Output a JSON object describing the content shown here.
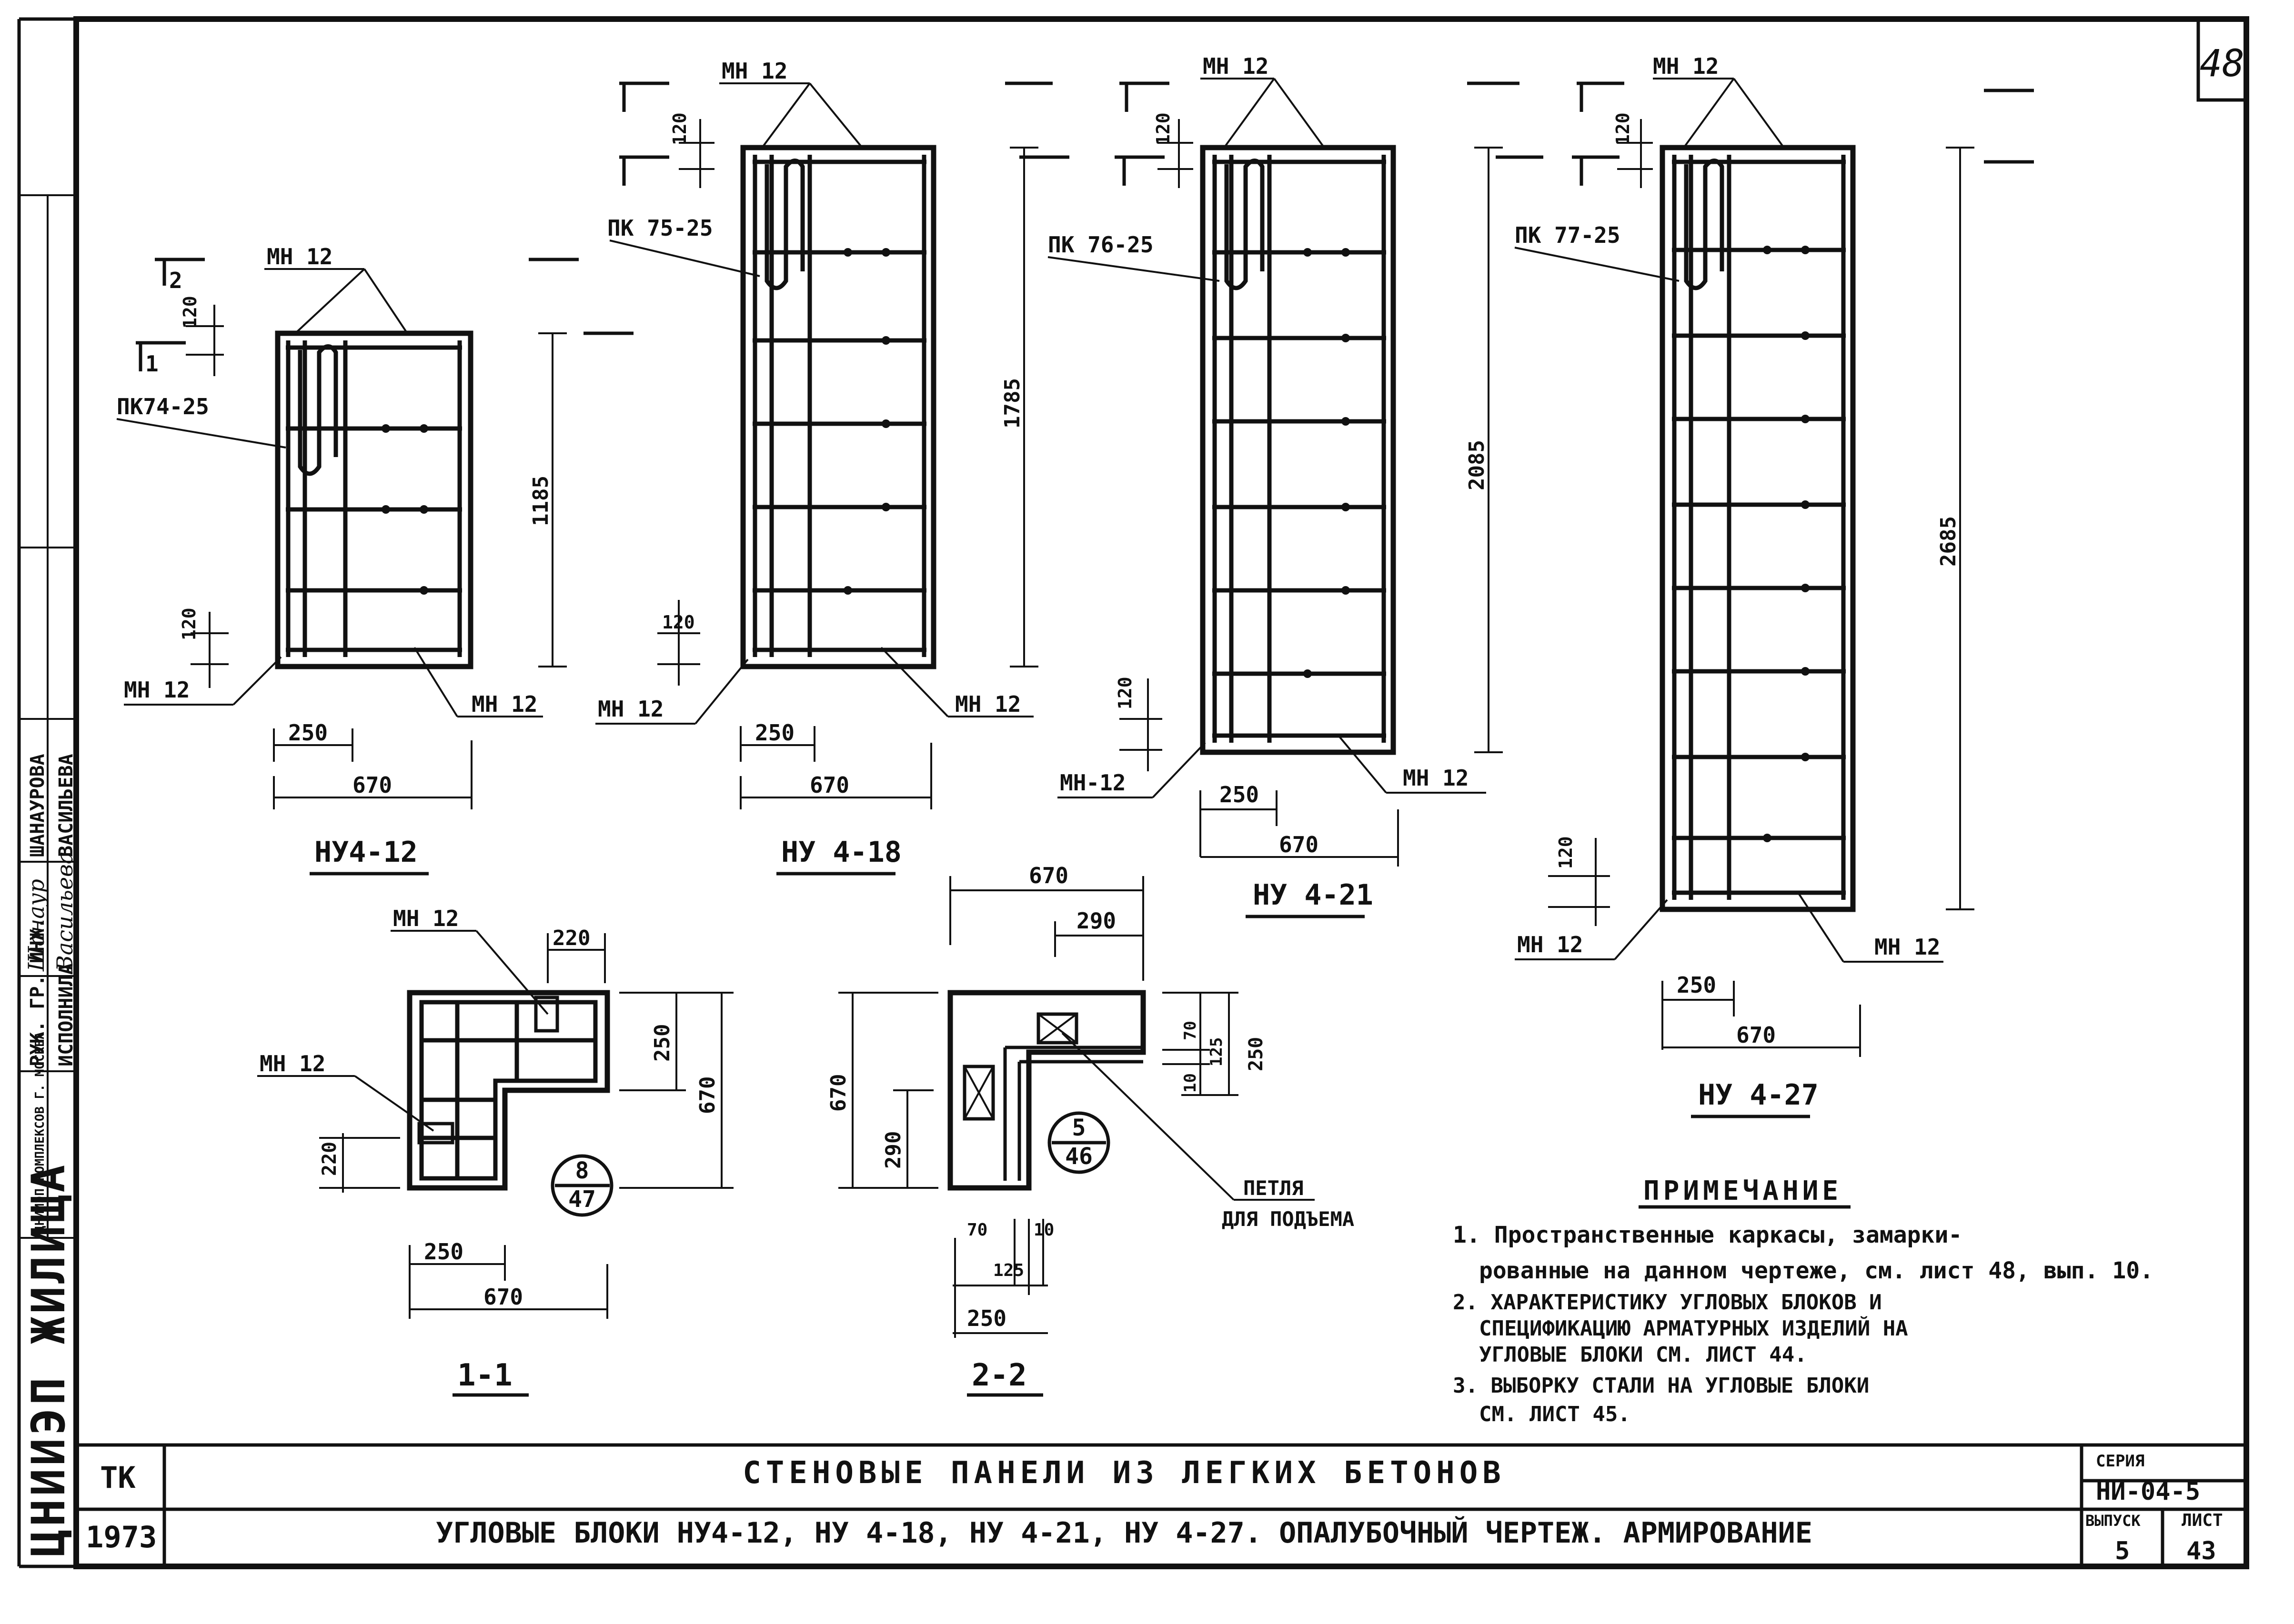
{
  "sheet": {
    "corner_number": "48",
    "side_stamp": "ЦНИИЭП ЖИЛИЩА",
    "left_column": {
      "org": "ЦНИИЭП КОМПЛЕКСОВ Г. МОСКВА",
      "role1": "РУК. ГР. ИНЖ.",
      "role2": "ИСПОЛНИЛА",
      "sig1": "Шанаур",
      "sig2": "Васильева",
      "name1": "ШАНАУРОВА",
      "name2": "ВАСИЛЬЕВА"
    }
  },
  "elements": {
    "nu12": {
      "title": "НУ4-12",
      "frame_label": "ПК74-25",
      "mesh_top": "МН 12",
      "mesh_bottom_left": "МН 12",
      "mesh_bottom_right": "МН 12",
      "height": "1185",
      "width_total": "670",
      "width_part": "250",
      "offset_top": "120",
      "offset_bottom": "120",
      "cut_top": "2",
      "cut_side": "1"
    },
    "nu18": {
      "title": "НУ 4-18",
      "frame_label": "ПК 75-25",
      "mesh_top": "МН 12",
      "mesh_bottom_left": "МН 12",
      "mesh_bottom_right": "МН 12",
      "height": "1785",
      "width_total": "670",
      "width_part": "250",
      "offset_top": "120",
      "offset_bottom": "120"
    },
    "nu21": {
      "title": "НУ 4-21",
      "frame_label": "ПК 76-25",
      "mesh_top": "МН 12",
      "mesh_bottom_left": "МН-12",
      "mesh_bottom_right": "МН 12",
      "height": "2085",
      "width_total": "670",
      "width_part": "250",
      "offset_top": "120",
      "offset_bottom": "120"
    },
    "nu27": {
      "title": "НУ 4-27",
      "frame_label": "ПК 77-25",
      "mesh_top": "МН 12",
      "mesh_bottom_left": "МН 12",
      "mesh_bottom_right": "МН 12",
      "height": "2685",
      "width_total": "670",
      "width_part": "250",
      "offset_top": "120",
      "offset_bottom": "120"
    }
  },
  "sections": {
    "s11": {
      "title": "1-1",
      "mesh_a": "МН 12",
      "mesh_b": "МН 12",
      "dim_220_top": "220",
      "dim_220_left": "220",
      "dim_250_side": "250",
      "dim_670_side": "670",
      "dim_250_bottom": "250",
      "dim_670_bottom": "670",
      "ref_num": "8",
      "ref_sheet": "47"
    },
    "s22": {
      "title": "2-2",
      "dim_670_top": "670",
      "dim_290_top": "290",
      "dim_670_left": "670",
      "dim_290_left": "290",
      "dim_70": "70",
      "dim_10": "10",
      "dim_125": "125",
      "dim_250_side": "250",
      "dim_70_bottom": "70",
      "dim_10_bottom": "10",
      "dim_125_bottom": "125",
      "dim_250_bottom": "250",
      "ref_num": "5",
      "ref_sheet": "46",
      "loop_label_1": "ПЕТЛЯ",
      "loop_label_2": "ДЛЯ ПОДЪЕМА"
    }
  },
  "note": {
    "title": "ПРИМЕЧАНИЕ",
    "lines": [
      "1. Пространственные каркасы, замарки-",
      "рованные на данном чертеже, см. лист 48, вып. 10.",
      "2. ХАРАКТЕРИСТИКУ УГЛОВЫХ БЛОКОВ И",
      "СПЕЦИФИКАЦИЮ АРМАТУРНЫХ ИЗДЕЛИЙ НА",
      "УГЛОВЫЕ БЛОКИ СМ. ЛИСТ 44.",
      "3. ВЫБОРКУ СТАЛИ НА УГЛОВЫЕ БЛОКИ",
      "СМ. ЛИСТ 45."
    ]
  },
  "title_block": {
    "tk": "ТК",
    "year": "1973",
    "title_line1": "СТЕНОВЫЕ ПАНЕЛИ ИЗ ЛЕГКИХ БЕТОНОВ",
    "title_line2": "УГЛОВЫЕ БЛОКИ НУ4-12, НУ 4-18, НУ 4-21, НУ 4-27. ОПАЛУБОЧНЫЙ ЧЕРТЕЖ. АРМИРОВАНИЕ",
    "series_label": "СЕРИЯ",
    "series_value": "НИ-04-5",
    "issue_label": "ВЫПУСК",
    "issue_value": "5",
    "sheet_label": "ЛИСТ",
    "sheet_value": "43"
  }
}
